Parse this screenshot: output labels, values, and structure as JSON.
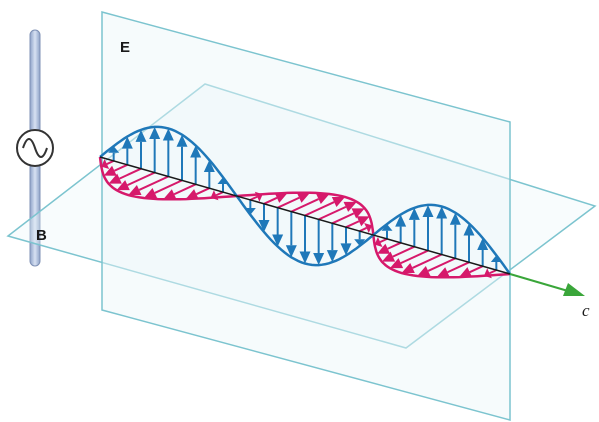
{
  "labels": {
    "e_plane": "E",
    "b_plane": "B",
    "propagation": "c"
  },
  "colors": {
    "plane_edge": "#7cc4cf",
    "plane_fill": "#eaf6f8",
    "e_field": "#1f78b9",
    "b_field": "#d6196b",
    "axis": "#1a1a1a",
    "propagation_arrow": "#3aa63a",
    "antenna": "#a9b9d6",
    "source_stroke": "#333333"
  },
  "icons": {
    "source": "ac-source-icon"
  }
}
